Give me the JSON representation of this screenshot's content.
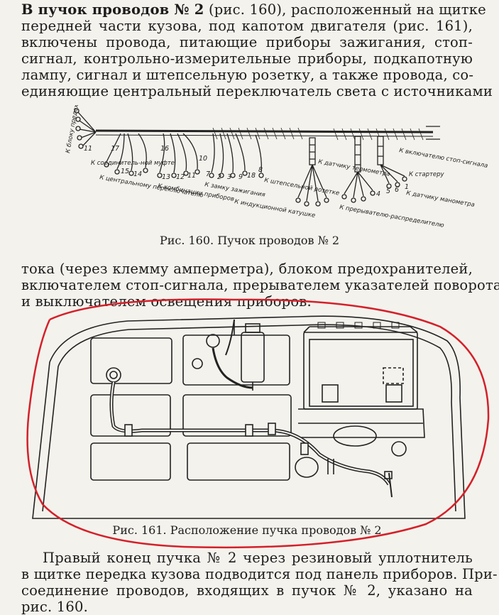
{
  "para1": {
    "lines": [
      [
        "В пучок проводов № 2",
        " (рис. 160), расположенный на щитке"
      ],
      [
        "передней части кузова, под капотом двигателя (рис. 161),"
      ],
      [
        "включены провода, питающие приборы зажигания, стоп-"
      ],
      [
        "сигнал, контрольно-измерительные приборы, подкапотную"
      ],
      [
        "лампу, сигнал и штепсельную розетку, а также провода, со-"
      ],
      [
        "единяющие центральный переключатель света с источниками"
      ]
    ]
  },
  "fig160": {
    "caption": "Рис. 160. Пучок проводов № 2",
    "labels": {
      "l1": "К блоку предохранителей",
      "l2": "К соединитель-ной муфте",
      "l3": "К центральному переключателю",
      "l4": "К комбинации приборов",
      "l5": "К замку зажигания",
      "l6": "К индукционной катушке",
      "l7": "К штепсельной розетке",
      "l8": "К датчику термометра",
      "l9": "К прерывателю-распределителю",
      "l10": "К включателю стоп-сигнала",
      "l11": "К стартеру",
      "l12": "К датчику манометра"
    },
    "numbers": [
      "11",
      "17",
      "15",
      "14",
      "16",
      "13",
      "12",
      "11",
      "10",
      "7",
      "2",
      "3",
      "9",
      "18",
      "8",
      "4",
      "5",
      "6",
      "1"
    ]
  },
  "para2": {
    "lines": [
      [
        "тока (через клемму амперметра), блоком предохранителей,"
      ],
      [
        "включателем стоп-сигнала, прерывателем указателей поворота"
      ],
      [
        "и выключателем освещения приборов."
      ]
    ]
  },
  "fig161": {
    "caption": "Рис. 161. Расположение пучка проводов № 2",
    "annotation_color": "#d4202a"
  },
  "para3": {
    "lines": [
      [
        "Правый конец пучка № 2 через резиновый уплотнитель"
      ],
      [
        "в щитке передка кузова подводится под панель приборов. При-"
      ],
      [
        "соединение проводов, входящих в пучок № 2, указано на"
      ],
      [
        "рис. 160."
      ]
    ]
  }
}
